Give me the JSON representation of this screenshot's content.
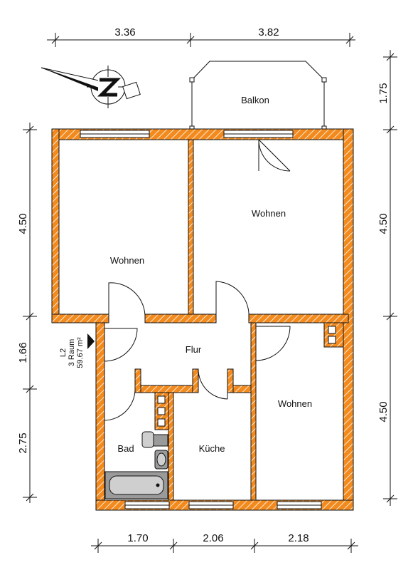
{
  "dimensions": {
    "top": [
      "3.36",
      "3.82"
    ],
    "bottom": [
      "1.70",
      "2.06",
      "2.18"
    ],
    "left": [
      "4.50",
      "1.66",
      "2.75"
    ],
    "right": [
      "1.75",
      "4.50",
      "4.50"
    ]
  },
  "rooms": {
    "balkon": "Balkon",
    "wohnen_left": "Wohnen",
    "wohnen_top_right": "Wohnen",
    "wohnen_bottom_right": "Wohnen",
    "flur": "Flur",
    "bad": "Bad",
    "kueche": "Küche"
  },
  "unit_tag": {
    "line1": "L2",
    "line2": "3 Raum",
    "line3": "59.67 m²"
  },
  "compass": {
    "letter": "N"
  },
  "colors": {
    "wall": "#f28a1e",
    "wall_hatch": "#ffffff",
    "line": "#111111",
    "fixture": "#9a9a9a"
  }
}
